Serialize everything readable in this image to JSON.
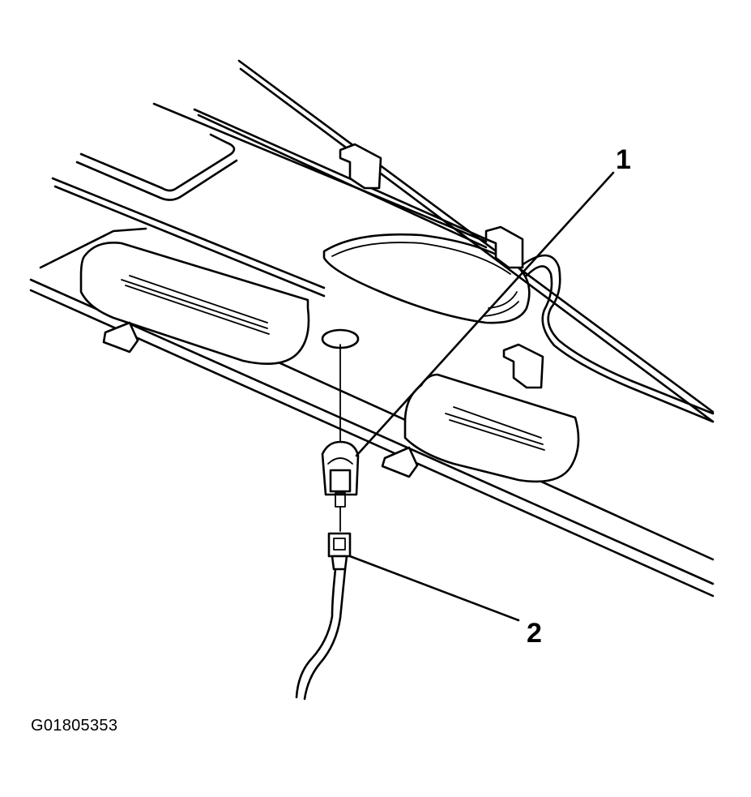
{
  "callouts": [
    {
      "label": "1"
    },
    {
      "label": "2"
    }
  ],
  "figure_id": "G01805353",
  "colors": {
    "line": "#000000",
    "background": "#ffffff"
  }
}
